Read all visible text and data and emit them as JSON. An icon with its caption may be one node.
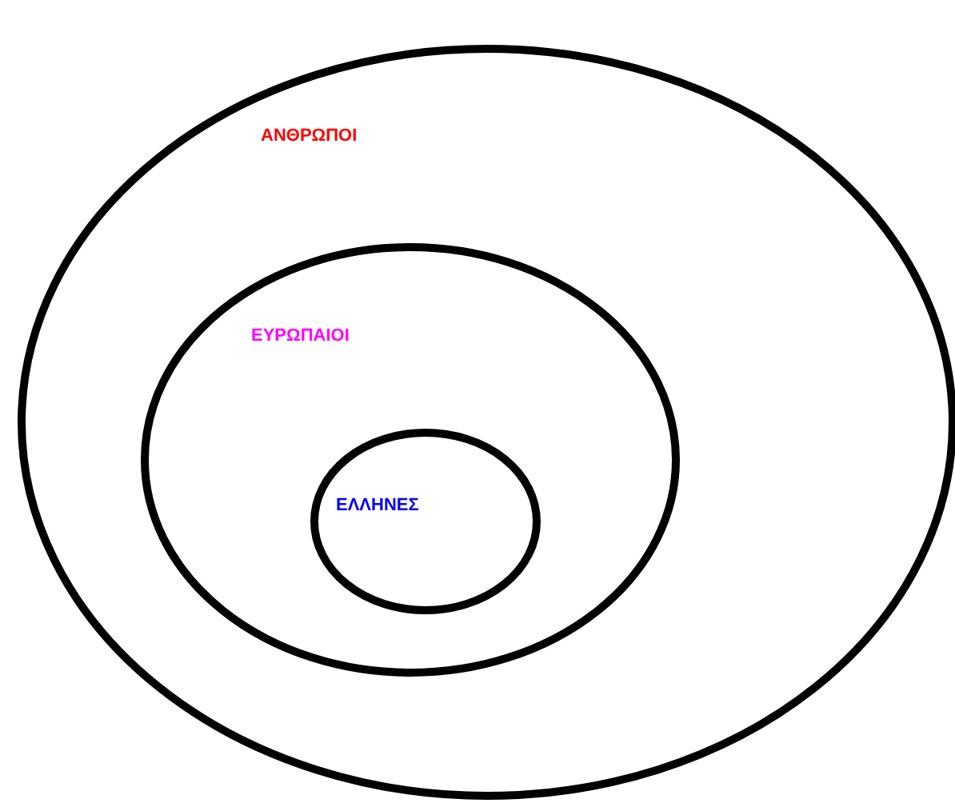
{
  "diagram": {
    "nodes": [
      {
        "text": [
          "ΑΝΘΡΩΠΟΙ"
        ]
      },
      {
        "text": [
          "ΕΥΡΩΠΑΙΟΙ"
        ],
        "in": 0
      },
      {
        "text": [
          "ΕΛΛΗΝΕΣ"
        ],
        "in": 1
      }
    ]
  }
}
